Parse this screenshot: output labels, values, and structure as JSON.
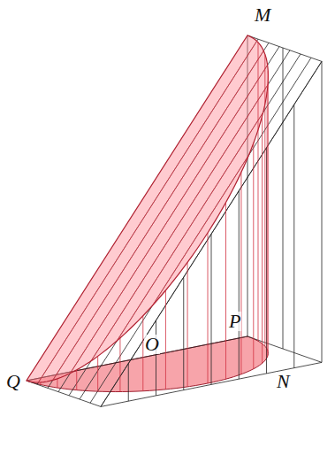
{
  "diagram": {
    "labels": [
      "M",
      "P",
      "O",
      "Q",
      "N"
    ]
  }
}
